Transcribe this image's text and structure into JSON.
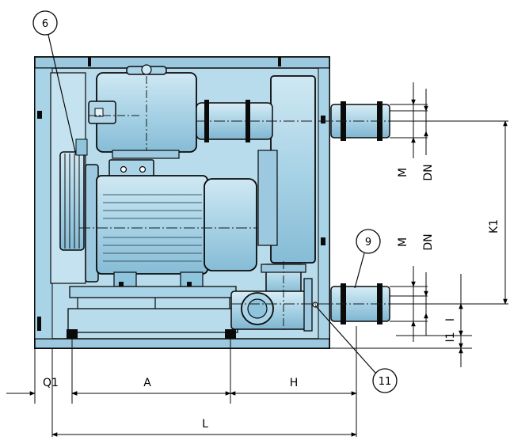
{
  "callouts": {
    "c6": "6",
    "c9": "9",
    "c11": "11"
  },
  "dimensions": {
    "q1": "Q1",
    "a": "A",
    "h": "H",
    "l": "L",
    "m_upper": "M",
    "dn_upper": "DN",
    "m_lower": "M",
    "dn_lower": "DN",
    "k1": "K1",
    "i": "I",
    "i1": "I1"
  },
  "colors": {
    "enclosure": "#b8dcec",
    "enclosure_dark": "#8ec4dc",
    "outline": "#0a0a0a",
    "centerline": "#1a1a1a"
  }
}
